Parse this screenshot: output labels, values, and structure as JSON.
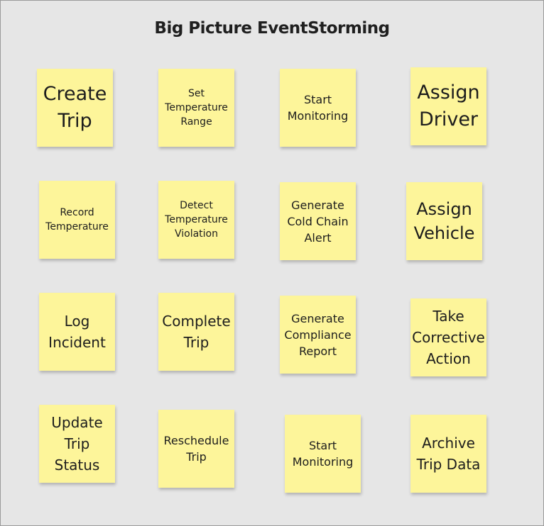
{
  "board": {
    "title": "Big Picture EventStorming"
  },
  "notes": [
    "Create Trip",
    "Set Temperature Range",
    "Start Monitoring",
    "Assign Driver",
    "Record Temperature",
    "Detect Temperature Violation",
    "Generate Cold Chain Alert",
    "Assign Vehicle",
    "Log Incident",
    "Complete Trip",
    "Generate Compliance Report",
    "Take Corrective Action",
    "Update Trip Status",
    "Reschedule Trip",
    "Start Monitoring",
    "Archive Trip Data"
  ],
  "colors": {
    "board": "#e6e6e6",
    "sticky_note": "#fdf59a"
  }
}
